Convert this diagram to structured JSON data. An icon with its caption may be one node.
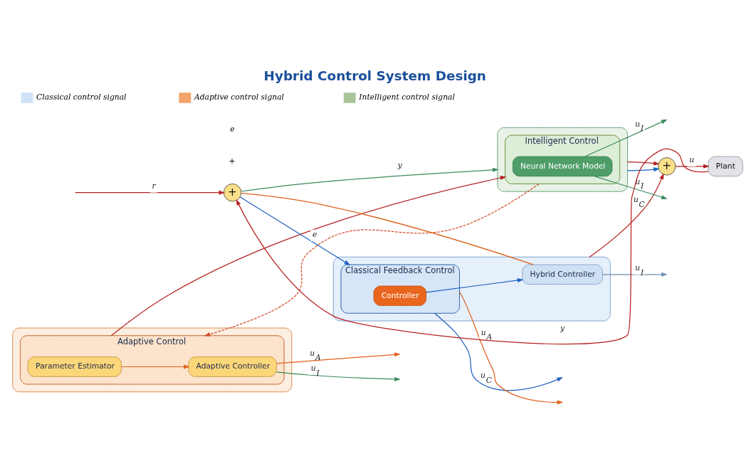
{
  "diagram": {
    "title": "Hybrid Control System Design",
    "nodes": [
      {
        "text": [],
        "shape": "box"
      },
      {
        "text": [
          "Classical Feedback Control"
        ],
        "in": 0
      },
      {
        "text": [
          "Controller"
        ],
        "in": 1
      },
      {
        "text": [
          "Hybrid Controller"
        ],
        "in": 0
      },
      {
        "text": [],
        "shape": "box"
      },
      {
        "text": [
          "Adaptive Control"
        ],
        "in": 4
      },
      {
        "text": [
          "Parameter Estimator"
        ],
        "in": 5
      },
      {
        "text": [
          "Adaptive Controller"
        ],
        "in": 5
      },
      {
        "text": [],
        "shape": "box"
      },
      {
        "text": [
          "Intelligent Control"
        ],
        "in": 8
      },
      {
        "text": [
          "Neural Network Model"
        ],
        "in": 9
      },
      {
        "text": [
          "+"
        ]
      },
      {
        "text": [
          "+"
        ]
      },
      {
        "text": [
          "Plant"
        ]
      }
    ],
    "edges": [
      {
        "from": null,
        "to": 11,
        "arrow": "to",
        "label": "r",
        "color": "#b52020"
      },
      {
        "from": 11,
        "to": 1,
        "arrow": "to",
        "label": "e",
        "color": "#1f5fbf"
      },
      {
        "from": 11,
        "to": 3,
        "arrow": "none",
        "color": "#e0601a"
      },
      {
        "from": 2,
        "to": 3,
        "arrow": "to",
        "color": "#1f5fbf"
      },
      {
        "from": 1,
        "to": null,
        "arrow": "to",
        "label": "u$_{C}$",
        "color": "#1f5fbf"
      },
      {
        "from": 1,
        "to": null,
        "arrow": "to",
        "label": "u$_{A}$",
        "color": "#e0601a"
      },
      {
        "from": 3,
        "to": null,
        "arrow": "to",
        "label": "u$_{I}$",
        "color": "#6f8fb0"
      },
      {
        "from": 0,
        "to": 12,
        "arrow": "to",
        "label": "u$_{C}$",
        "color": "#b52020"
      },
      {
        "from": 6,
        "to": 7,
        "arrow": "to",
        "color": "#e0601a"
      },
      {
        "from": 7,
        "to": null,
        "arrow": "to",
        "label": "u$_{A}$",
        "color": "#e0601a"
      },
      {
        "from": 7,
        "to": null,
        "arrow": "to",
        "label": "u$_{I}$",
        "color": "#3a8a5a"
      },
      {
        "from": 10,
        "to": null,
        "arrow": "to",
        "label": "u$_{I}$",
        "color": "#3a8a5a"
      },
      {
        "from": 10,
        "to": null,
        "arrow": "to",
        "label": "u$_{I}$",
        "color": "#3a8a5a"
      },
      {
        "from": 8,
        "to": 12,
        "arrow": "to",
        "color": "#1f5fbf"
      },
      {
        "from": 8,
        "to": 12,
        "arrow": "to",
        "color": "#b52020"
      },
      {
        "from": 5,
        "to": 9,
        "arrow": "to",
        "color": "#b52020"
      },
      {
        "from": 9,
        "to": 5,
        "arrow": "to",
        "style": "dashed",
        "color": "#d04a2a"
      },
      {
        "from": 12,
        "to": 13,
        "arrow": "to",
        "label": "u",
        "color": "#b52020"
      },
      {
        "from": 13,
        "to": 11,
        "arrow": "to",
        "label": "y",
        "color": "#b52020"
      },
      {
        "from": 11,
        "to": 8,
        "arrow": "to",
        "label": "y",
        "color": "#3a8a5a"
      }
    ],
    "labels": [
      "+",
      "e"
    ],
    "legend": [
      {
        "text": "Classical control signal",
        "color": "#cfe2f7"
      },
      {
        "text": "Adaptive control signal",
        "color": "#f4a46a"
      },
      {
        "text": "Intelligent control signal",
        "color": "#a9c59a"
      }
    ]
  }
}
